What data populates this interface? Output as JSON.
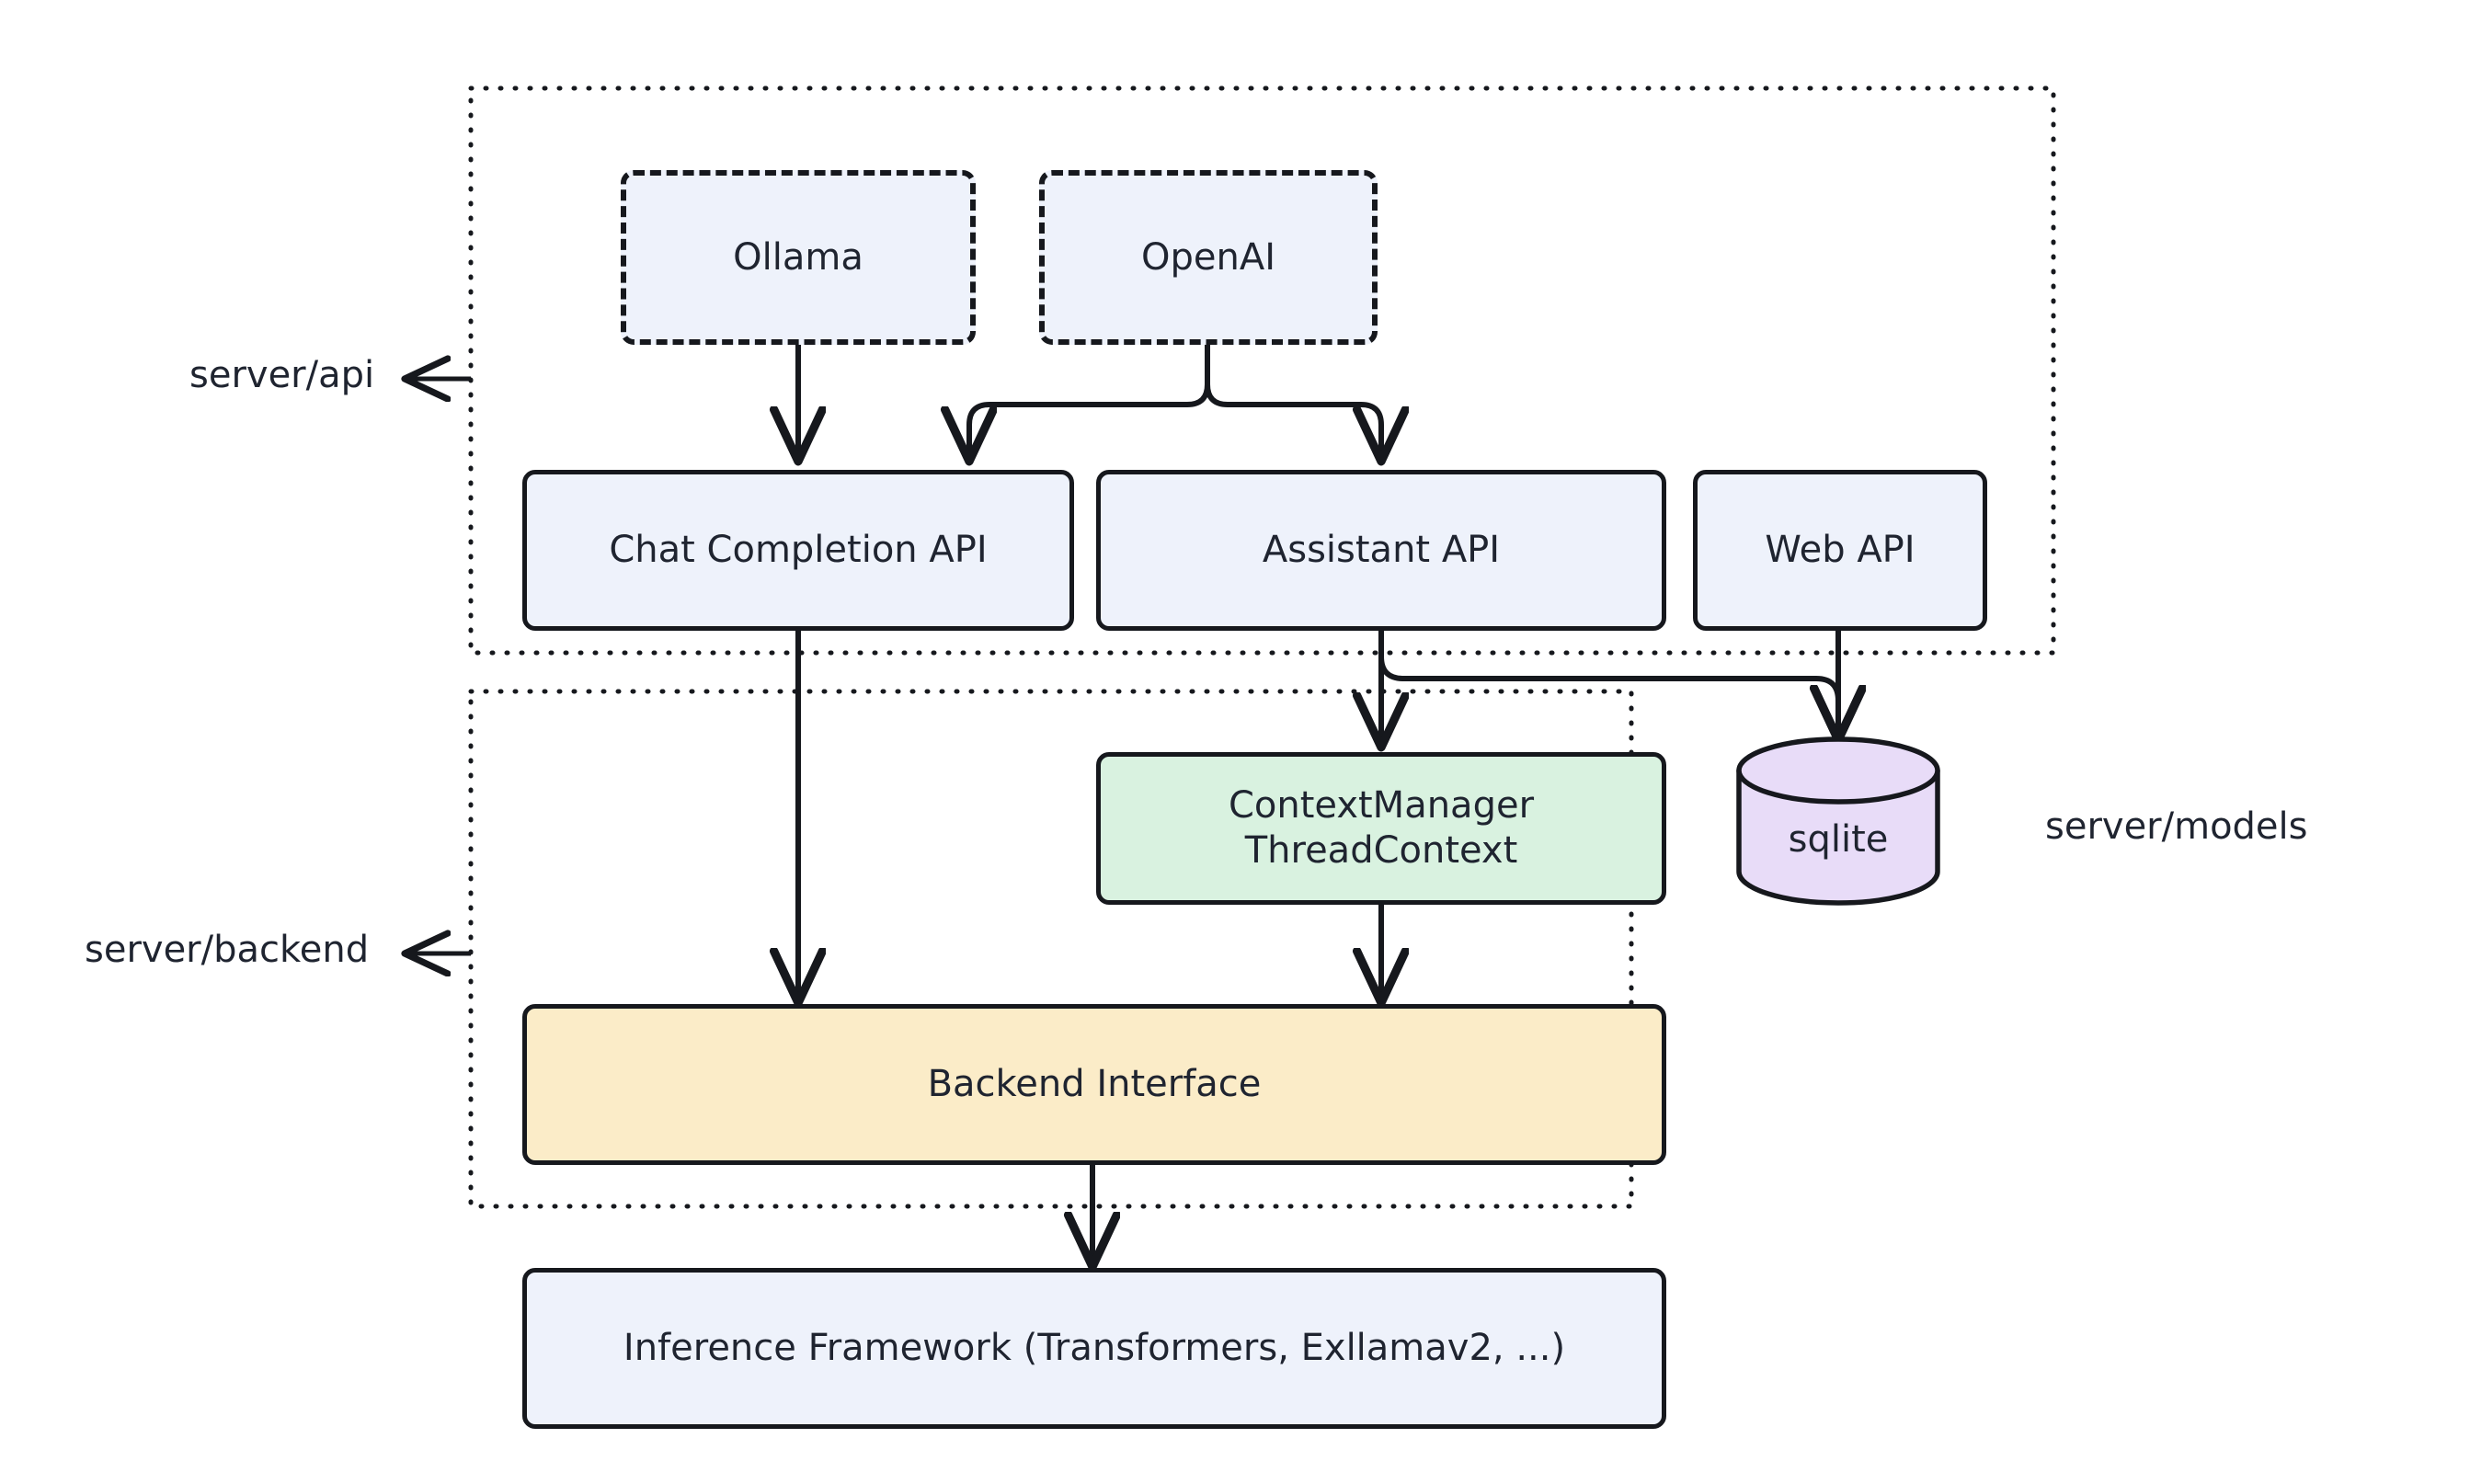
{
  "diagram": {
    "title": "Server architecture block diagram",
    "background": "#ffffff",
    "palette": {
      "blue_fill": "#eef2fb",
      "green_fill": "#d9f2e0",
      "yellow_fill": "#fbecc8",
      "purple_fill": "#e8dcf8",
      "stroke": "#16181d",
      "text": "#1f2430"
    },
    "groups": [
      {
        "id": "api_group",
        "label": "server/api",
        "style": "dotted",
        "has_arrow": true
      },
      {
        "id": "backend_group",
        "label": "server/backend",
        "style": "dotted",
        "has_arrow": true
      }
    ],
    "standalone_labels": [
      {
        "id": "models_label",
        "label": "server/models",
        "has_arrow": false
      }
    ],
    "nodes": [
      {
        "id": "ollama",
        "label": "Ollama",
        "shape": "rounded-rect",
        "border": "dashed",
        "fill": "#eef2fb",
        "group": "server/api"
      },
      {
        "id": "openai",
        "label": "OpenAI",
        "shape": "rounded-rect",
        "border": "dashed",
        "fill": "#eef2fb",
        "group": "server/api"
      },
      {
        "id": "chatapi",
        "label": "Chat Completion API",
        "shape": "rounded-rect",
        "border": "solid",
        "fill": "#eef2fb",
        "group": "server/api"
      },
      {
        "id": "assistapi",
        "label": "Assistant API",
        "shape": "rounded-rect",
        "border": "solid",
        "fill": "#eef2fb",
        "group": "server/api"
      },
      {
        "id": "webapi",
        "label": "Web API",
        "shape": "rounded-rect",
        "border": "solid",
        "fill": "#eef2fb",
        "group": "server/api"
      },
      {
        "id": "ctxmgr",
        "label": "ContextManager\nThreadContext",
        "shape": "rounded-rect",
        "border": "solid",
        "fill": "#d9f2e0",
        "group": "server/backend"
      },
      {
        "id": "sqlite",
        "label": "sqlite",
        "shape": "cylinder",
        "border": "solid",
        "fill": "#e8dcf8",
        "group": "server/models"
      },
      {
        "id": "backend",
        "label": "Backend Interface",
        "shape": "rounded-rect",
        "border": "solid",
        "fill": "#fbecc8",
        "group": "server/backend"
      },
      {
        "id": "inference",
        "label": "Inference Framework (Transformers, Exllamav2, ...)",
        "shape": "rounded-rect",
        "border": "solid",
        "fill": "#eef2fb",
        "group": ""
      }
    ],
    "node_lines": {
      "ctxmgr_line1": "ContextManager",
      "ctxmgr_line2": "ThreadContext"
    },
    "edges": [
      {
        "from": "ollama",
        "to": "chatapi",
        "style": "solid",
        "arrow": "to"
      },
      {
        "from": "openai",
        "to": "chatapi",
        "style": "solid",
        "arrow": "to"
      },
      {
        "from": "openai",
        "to": "assistapi",
        "style": "solid",
        "arrow": "to"
      },
      {
        "from": "chatapi",
        "to": "backend",
        "style": "solid",
        "arrow": "to"
      },
      {
        "from": "assistapi",
        "to": "ctxmgr",
        "style": "solid",
        "arrow": "to"
      },
      {
        "from": "assistapi",
        "to": "sqlite",
        "style": "solid",
        "arrow": "to"
      },
      {
        "from": "webapi",
        "to": "sqlite",
        "style": "solid",
        "arrow": "to"
      },
      {
        "from": "ctxmgr",
        "to": "backend",
        "style": "solid",
        "arrow": "to"
      },
      {
        "from": "backend",
        "to": "inference",
        "style": "solid",
        "arrow": "to"
      }
    ]
  }
}
